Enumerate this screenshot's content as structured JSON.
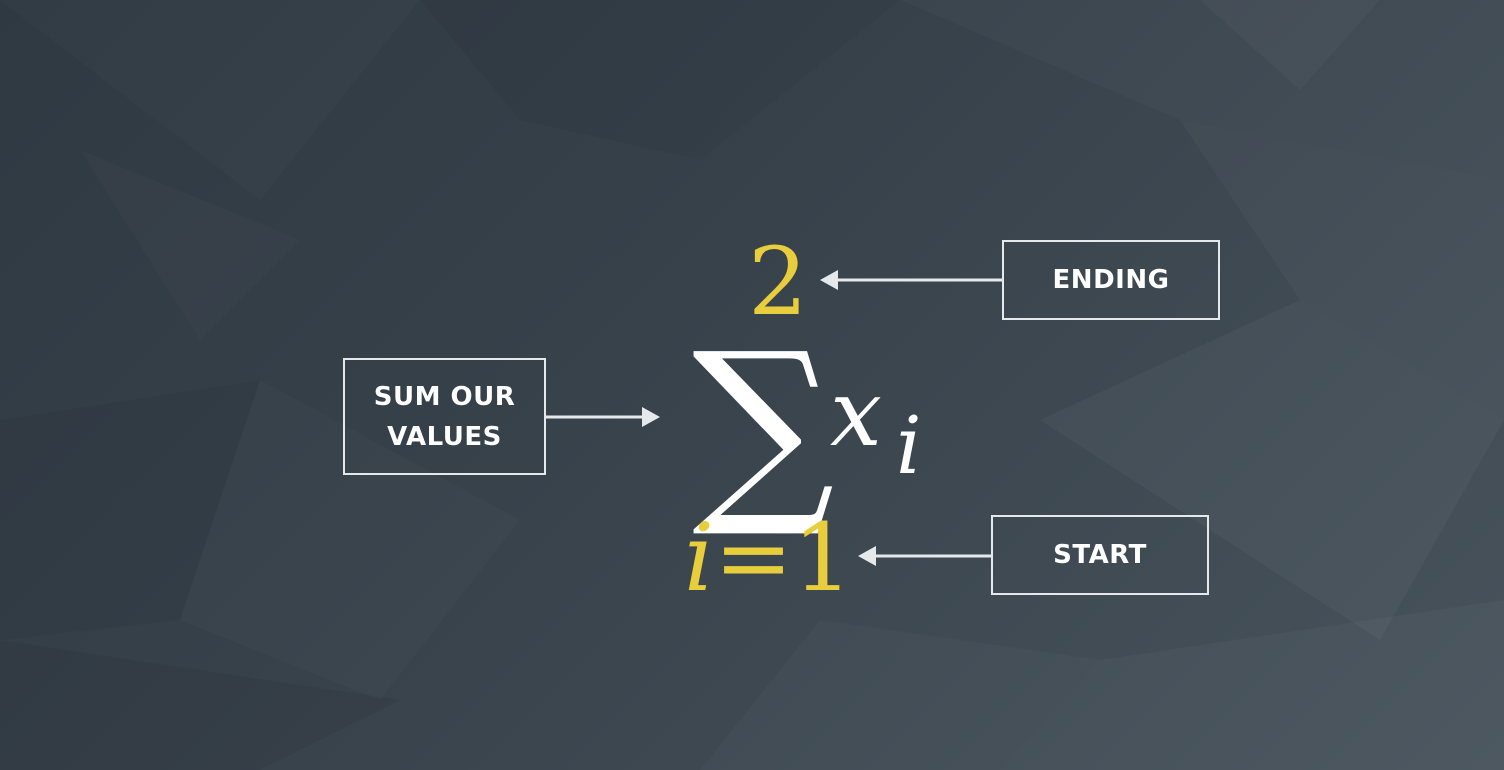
{
  "colors": {
    "background": "#37414a",
    "limit_color": "#e8cd3c",
    "foreground": "#ffffff",
    "box_border": "#e6e9ec"
  },
  "formula": {
    "upper_limit": "2",
    "operator": "∑",
    "variable": "x",
    "subscript": "i",
    "lower_limit_var": "i",
    "lower_limit_eq": "=",
    "lower_limit_value": "1"
  },
  "labels": {
    "ending": "ENDING",
    "start": "START",
    "sum_line1": "SUM OUR",
    "sum_line2": "VALUES"
  }
}
